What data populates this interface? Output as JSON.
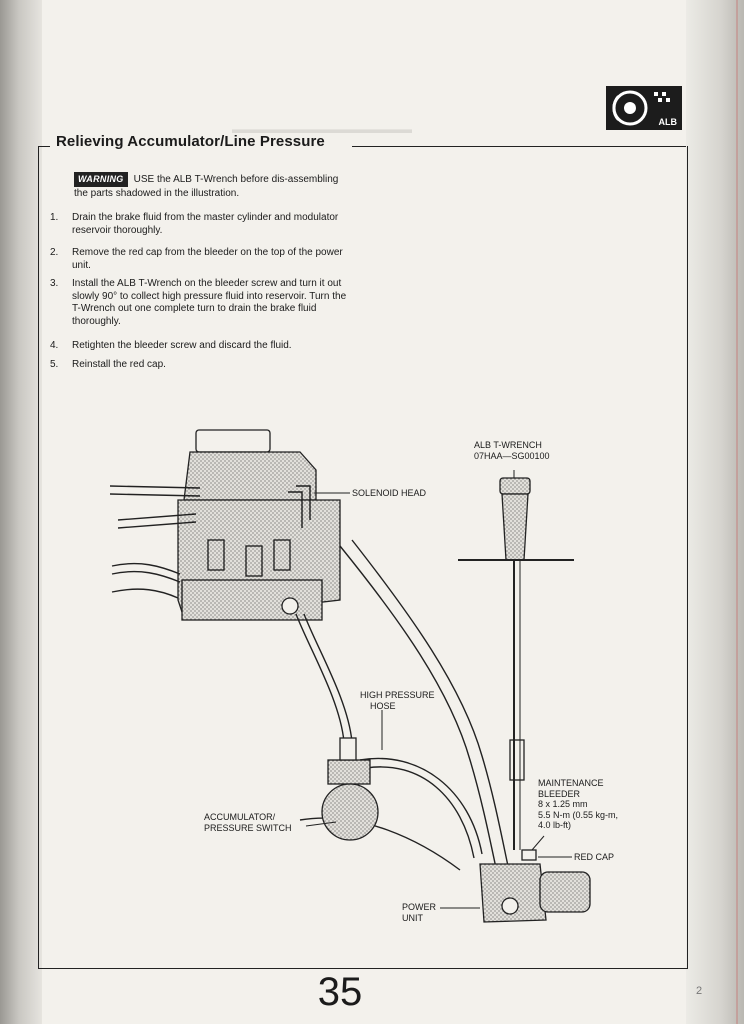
{
  "header": {
    "logo_text": "ALB",
    "section_title": "Relieving Accumulator/Line Pressure"
  },
  "warning": {
    "badge": "WARNING",
    "text": "USE the ALB T-Wrench before dis-assembling the parts shadowed in the illustration."
  },
  "steps": [
    {
      "num": "1.",
      "text": "Drain the brake fluid from the master cylinder and modulator reservoir thoroughly."
    },
    {
      "num": "2.",
      "text": "Remove the red cap from the bleeder on the top of the power unit."
    },
    {
      "num": "3.",
      "text": "Install the ALB T-Wrench on the bleeder screw and turn it out slowly 90° to collect high pressure fluid into reservoir. Turn the T-Wrench out one complete turn to drain the brake fluid thoroughly."
    },
    {
      "num": "4.",
      "text": "Retighten the bleeder screw and discard the fluid."
    },
    {
      "num": "5.",
      "text": "Reinstall the red cap."
    }
  ],
  "labels": {
    "twrench_name": "ALB T-WRENCH",
    "twrench_part": "07HAA—SG00100",
    "solenoid_head": "SOLENOID HEAD",
    "hp_hose_1": "HIGH PRESSURE",
    "hp_hose_2": "HOSE",
    "accumulator_1": "ACCUMULATOR/",
    "accumulator_2": "PRESSURE SWITCH",
    "maint_1": "MAINTENANCE",
    "maint_2": "BLEEDER",
    "maint_3": "8 x 1.25 mm",
    "maint_4": "5.5 N-m (0.55 kg-m,",
    "maint_5": "4.0 lb-ft)",
    "red_cap": "RED CAP",
    "power_unit_1": "POWER",
    "power_unit_2": "UNIT"
  },
  "footer": {
    "page_number": "35",
    "side_mark": "2"
  }
}
